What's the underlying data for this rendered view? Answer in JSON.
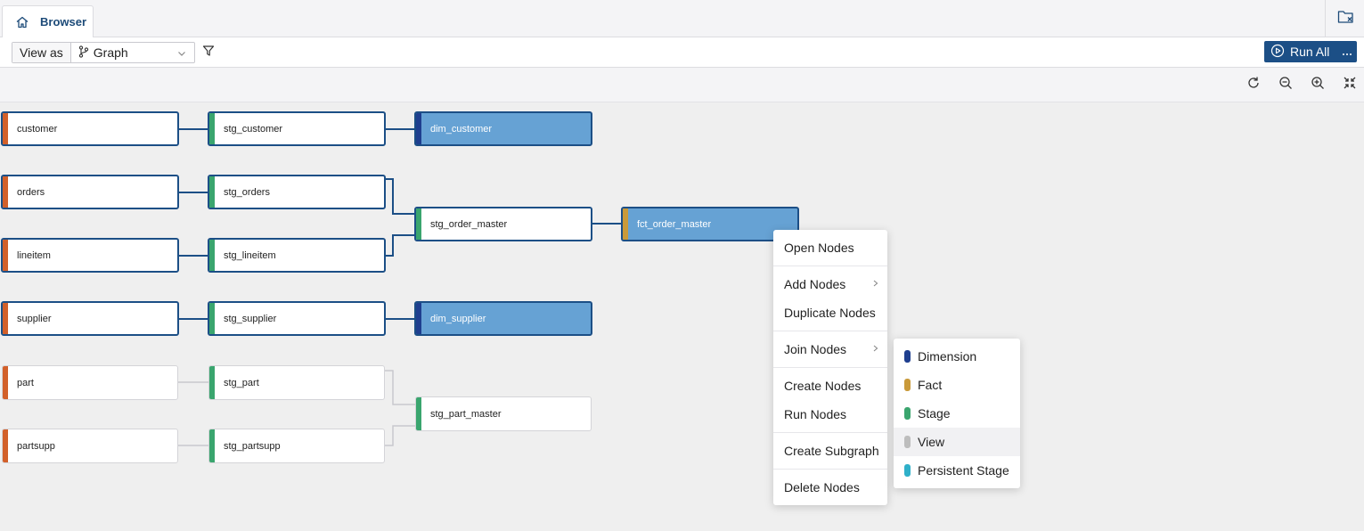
{
  "tab": {
    "label": "Browser"
  },
  "toolbar": {
    "view_as_label": "View as",
    "view_as_value": "Graph",
    "run_all_label": "Run All"
  },
  "colors": {
    "source": "#d2602a",
    "stage": "#3aa56e",
    "dimension": "#1f3f8f",
    "fact": "#c99a3a",
    "view": "#bdbdbd",
    "persistent_stage": "#2fb0c9",
    "accent": "#1c4f86",
    "selected": "#66a2d4"
  },
  "nodes": {
    "customer": "customer",
    "stg_customer": "stg_customer",
    "dim_customer": "dim_customer",
    "orders": "orders",
    "stg_orders": "stg_orders",
    "stg_order_master": "stg_order_master",
    "fct_order_master": "fct_order_master",
    "lineitem": "lineitem",
    "stg_lineitem": "stg_lineitem",
    "supplier": "supplier",
    "stg_supplier": "stg_supplier",
    "dim_supplier": "dim_supplier",
    "part": "part",
    "stg_part": "stg_part",
    "stg_part_master": "stg_part_master",
    "partsupp": "partsupp",
    "stg_partsupp": "stg_partsupp"
  },
  "context_menu": {
    "open": "Open Nodes",
    "add": "Add Nodes",
    "duplicate": "Duplicate Nodes",
    "join": "Join Nodes",
    "create": "Create Nodes",
    "run": "Run Nodes",
    "subgraph": "Create Subgraph",
    "delete": "Delete Nodes"
  },
  "submenu": {
    "dimension": "Dimension",
    "fact": "Fact",
    "stage": "Stage",
    "view": "View",
    "persistent_stage": "Persistent Stage"
  }
}
